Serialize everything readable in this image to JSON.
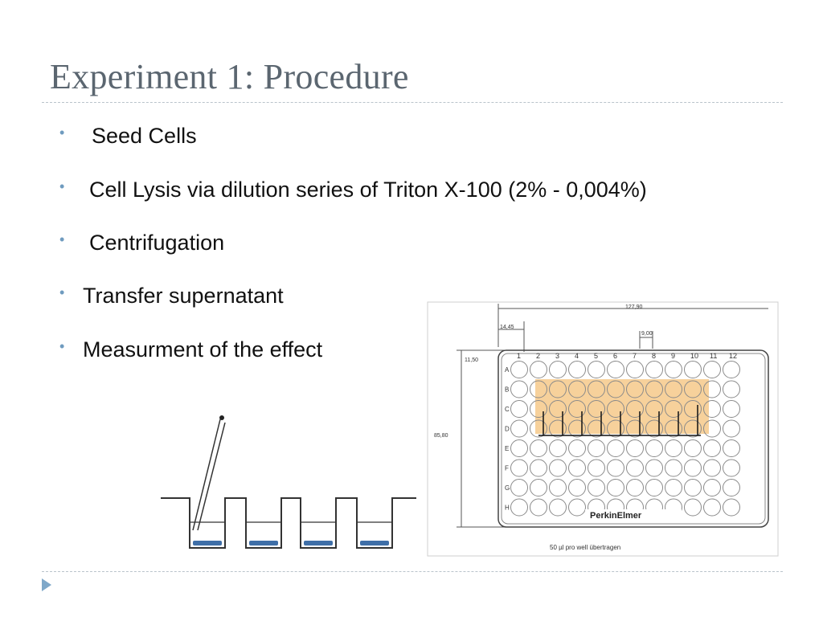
{
  "slide": {
    "title": "Experiment 1: Procedure",
    "bullets": [
      {
        "text": "Seed Cells"
      },
      {
        "text": "Cell Lysis via dilution series of Triton X-100 (2% - 0,004%)"
      },
      {
        "text": "Centrifugation"
      },
      {
        "text": "Transfer supernatant"
      },
      {
        "text": "Measurment of the effect"
      }
    ],
    "bullet_icon": "dot",
    "nav_icon": "triangle-right-icon"
  },
  "plate_diagram": {
    "dimension_width": "127,90",
    "dimension_offset_x": "14,45",
    "dimension_pitch": "9,00",
    "dimension_offset_y": "11,50",
    "dimension_height": "85,80",
    "columns": [
      "1",
      "2",
      "3",
      "4",
      "5",
      "6",
      "7",
      "8",
      "9",
      "10",
      "11",
      "12"
    ],
    "rows": [
      "A",
      "B",
      "C",
      "D",
      "E",
      "F",
      "G",
      "H"
    ],
    "brand": "PerkinElmer",
    "caption": "50 µl pro well übertragen"
  },
  "colors": {
    "accent": "#6f9bbf",
    "title": "#5b6670",
    "highlight_wells": "#f6c98a"
  }
}
